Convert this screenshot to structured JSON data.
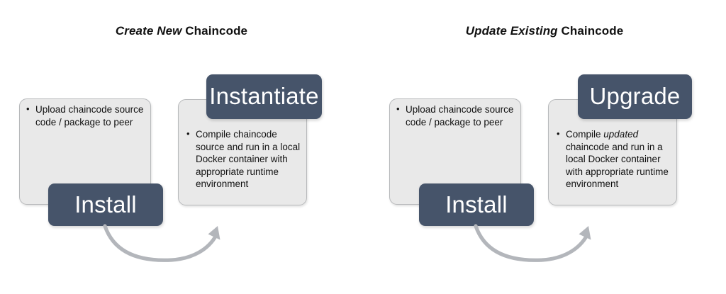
{
  "diagram": {
    "title_left": {
      "emphasis": "Create New",
      "plain": " Chaincode"
    },
    "title_right": {
      "emphasis": "Update Existing",
      "plain": " Chaincode"
    }
  },
  "flows": [
    {
      "id": "create-new",
      "heading_emphasis": "Create New",
      "heading_plain": " Chaincode",
      "steps": [
        {
          "badge": "Install",
          "bullets": [
            {
              "text": "Upload chaincode source code / package to peer"
            }
          ]
        },
        {
          "badge": "Instantiate",
          "bullets": [
            {
              "text": "Compile chaincode source and run in a local Docker container with appropriate runtime environment"
            }
          ]
        }
      ],
      "connector": {
        "from": "Install",
        "to": "Instantiate",
        "shape": "curved-arrow"
      }
    },
    {
      "id": "update-existing",
      "heading_emphasis": "Update Existing",
      "heading_plain": " Chaincode",
      "steps": [
        {
          "badge": "Install",
          "bullets": [
            {
              "text": "Upload chaincode source code / package to peer"
            }
          ]
        },
        {
          "badge": "Upgrade",
          "bullets": [
            {
              "pre": "Compile ",
              "italic": "updated",
              "post": " chaincode and run in a local Docker container with appropriate runtime environment"
            }
          ]
        }
      ],
      "connector": {
        "from": "Install",
        "to": "Upgrade",
        "shape": "curved-arrow"
      }
    }
  ],
  "colors": {
    "badge_fill": "#46546A",
    "badge_text": "#FFFFFF",
    "card_fill": "#E9E9E9",
    "card_border": "#B7B9BB",
    "arrow": "#B3B6BB",
    "text": "#111111",
    "background": "#FFFFFF"
  }
}
